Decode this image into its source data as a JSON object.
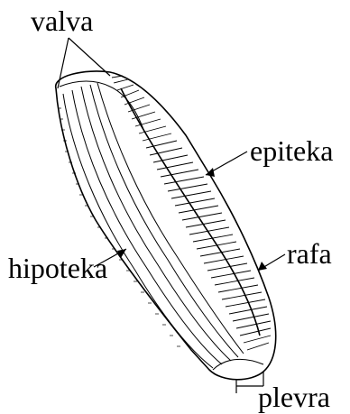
{
  "labels": {
    "valva": "valva",
    "epiteka": "epiteka",
    "rafa": "rafa",
    "hipoteka": "hipoteka",
    "plevra": "plevra"
  },
  "colors": {
    "ink": "#000000",
    "background": "#ffffff"
  }
}
